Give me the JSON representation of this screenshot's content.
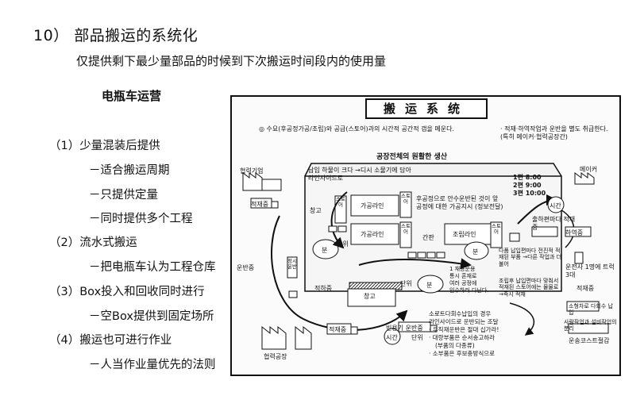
{
  "page": {
    "title": "10） 部品搬运的系统化",
    "subtitle": "仅提供剩下最少量部品的时候到下次搬运时间段内的使用量",
    "section_heading": "电瓶车运营",
    "points": [
      "（1）少量混装后提供",
      "－适合搬运周期",
      "－只提供定量",
      "－同时提供多个工程",
      "（2）流水式搬运",
      "－把电瓶车认为工程仓库",
      "（3）Box投入和回收同时进行",
      "－空Box提供到固定场所",
      "（4）搬运也可进行作业",
      "－人当作业量优先的法则"
    ]
  },
  "figure": {
    "title": "搬运系统",
    "note_top_left": "◎ 수요(후공정가공/조립)와 공급(스토어)과의 시간적 공간적 갭을 메운다.",
    "note_top_right": "· 적재·하역작업과 운반을 별도 취급한다. (특히 메이커·협력공장간)",
    "center_heading": "공장전체의 원활한 생산",
    "box_top_note": "납입 하물이 크다 →디시 소물기에 담아 라인사이드로",
    "box_mid_note": "후공정으로 안수운반된 것이 앞공정에 대한 가공지시 (정보전달)",
    "schedule": [
      "1편 8:00",
      "2편 9:00",
      "3편 10:00"
    ],
    "labels": {
      "coop_company": "협력기업",
      "maker": "메이커",
      "loading": "적재중",
      "warehouse_top": "창고",
      "store": "스토어",
      "process_line": "가공라인",
      "process_line2": "가공라인",
      "assembly_line": "조립라인",
      "minute": "분",
      "kanban": "간판",
      "dan_ui": "단위",
      "time": "시간",
      "transport_truck": "운반중",
      "fixed_transport": "정시운반",
      "unloading": "적하중",
      "warehouse_bottom": "창고",
      "empty_box_transport": "빈용기 운반중",
      "coop_factory": "협력공장",
      "loading_bottom": "적재중",
      "unload_prefix": "출하편마다 적재중",
      "one_person": "운전사 1명에 트럭 3대",
      "unloading_right": "하역중",
      "loading_right": "적재중"
    },
    "right_notes": [
      "다품 납입편마다 전진적 적재된 부품 →다른 작업과 더불어",
      "조립후 납입편마다 맞춰서 적재된 스토어에는 물물로 →즉시 적재",
      "소형차로 다회수 납입",
      "사람작업과 설비작업의 분리",
      "운송코스트절감"
    ],
    "middle_notes": [
      "1 재용운용",
      "통시 혼재로",
      "여러 공정에",
      "인수하러 다닌다."
    ],
    "bottom_notes": [
      "소로트다회수납입의 경우",
      "라인사이드로 운반되는 조달",
      "· 우직재운반은 절대 십가라!",
      "· 대량부품은 순서송고하라",
      "(부품의 다종류)",
      "· 소부품은 후보충방식으로"
    ]
  }
}
